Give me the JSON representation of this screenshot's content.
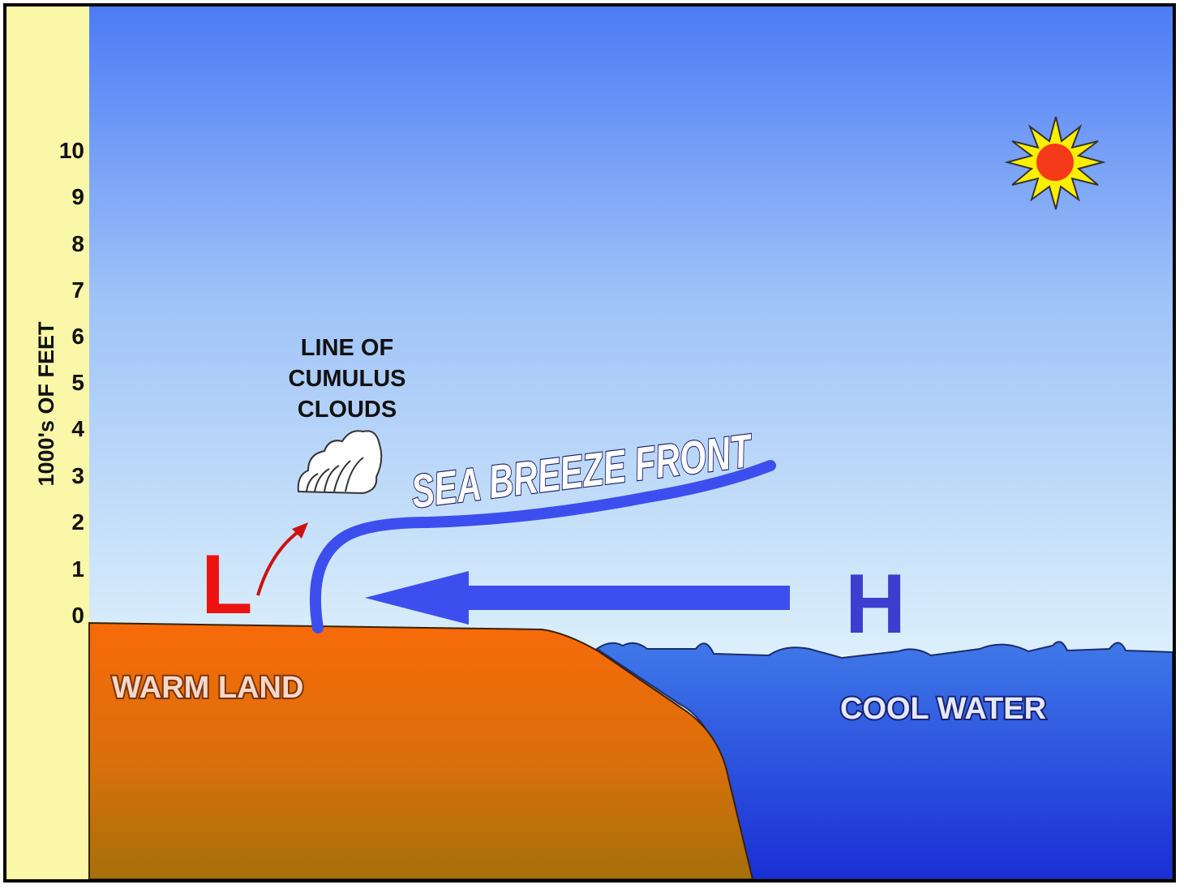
{
  "axis": {
    "title": "1000's OF FEET",
    "ticks": [
      "0",
      "1",
      "2",
      "3",
      "4",
      "5",
      "6",
      "7",
      "8",
      "9",
      "10"
    ]
  },
  "labels": {
    "cloud_line1": "LINE OF",
    "cloud_line2": "CUMULUS",
    "cloud_line3": "CLOUDS",
    "front": "SEA BREEZE FRONT",
    "low": "L",
    "high": "H",
    "land": "WARM LAND",
    "water": "COOL WATER"
  },
  "colors": {
    "axis_strip": "#fbf7a8",
    "sky_top": "#4c7bf5",
    "sky_bottom": "#d8eefa",
    "land_top": "#f86a0a",
    "land_bottom": "#a5700b",
    "water_top": "#3f75e6",
    "water_bottom": "#1a2fd4",
    "breeze_arrow": "#3c4fee",
    "low_pressure": "#ee1111",
    "high_pressure": "#3d3dcf",
    "sun_rays": "#ffee00",
    "sun_core": "#f53a1a"
  },
  "icons": {
    "sun": "sun-icon",
    "cloud": "cumulus-cloud-icon",
    "rising_air": "red-rising-arrow-icon"
  }
}
